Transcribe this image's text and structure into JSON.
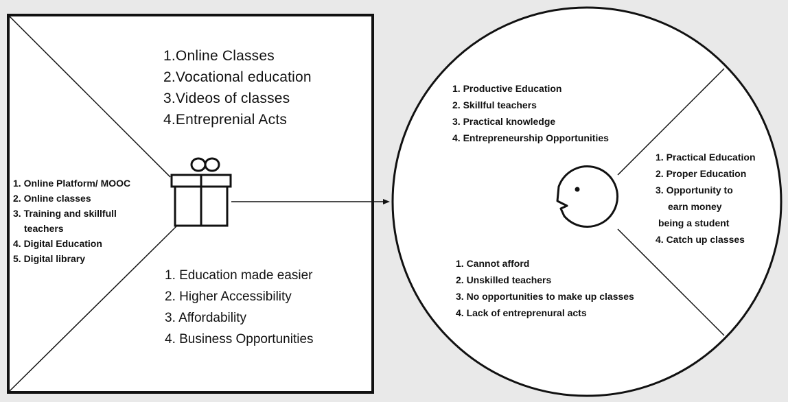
{
  "canvas": {
    "background": "#e9e9e9",
    "box_fill": "#ffffff",
    "stroke": "#111111"
  },
  "value_map": {
    "top_list": [
      "1.Online Classes",
      "2.Vocational education",
      "3.Videos of classes",
      "4.Entreprenial Acts"
    ],
    "left_list": [
      "1. Online Platform/ MOOC",
      "2. Online classes",
      "3. Training and skillfull",
      "teachers",
      "4. Digital Education",
      "5. Digital library"
    ],
    "bottom_list": [
      "1. Education made easier",
      "2. Higher Accessibility",
      "3. Affordability",
      "4. Business Opportunities"
    ],
    "icon": "gift-icon"
  },
  "customer_profile": {
    "top_list": [
      "1. Productive Education",
      "2. Skillful teachers",
      "3. Practical knowledge",
      "4. Entrepreneurship Opportunities"
    ],
    "right_list": [
      "1. Practical Education",
      "2. Proper Education",
      "3. Opportunity to",
      "earn money",
      "being a student",
      "4. Catch up classes"
    ],
    "bottom_list": [
      "1. Cannot afford",
      "2. Unskilled teachers",
      "3. No opportunities to make up classes",
      "4. Lack of entreprenural acts"
    ],
    "icon": "face-icon"
  }
}
